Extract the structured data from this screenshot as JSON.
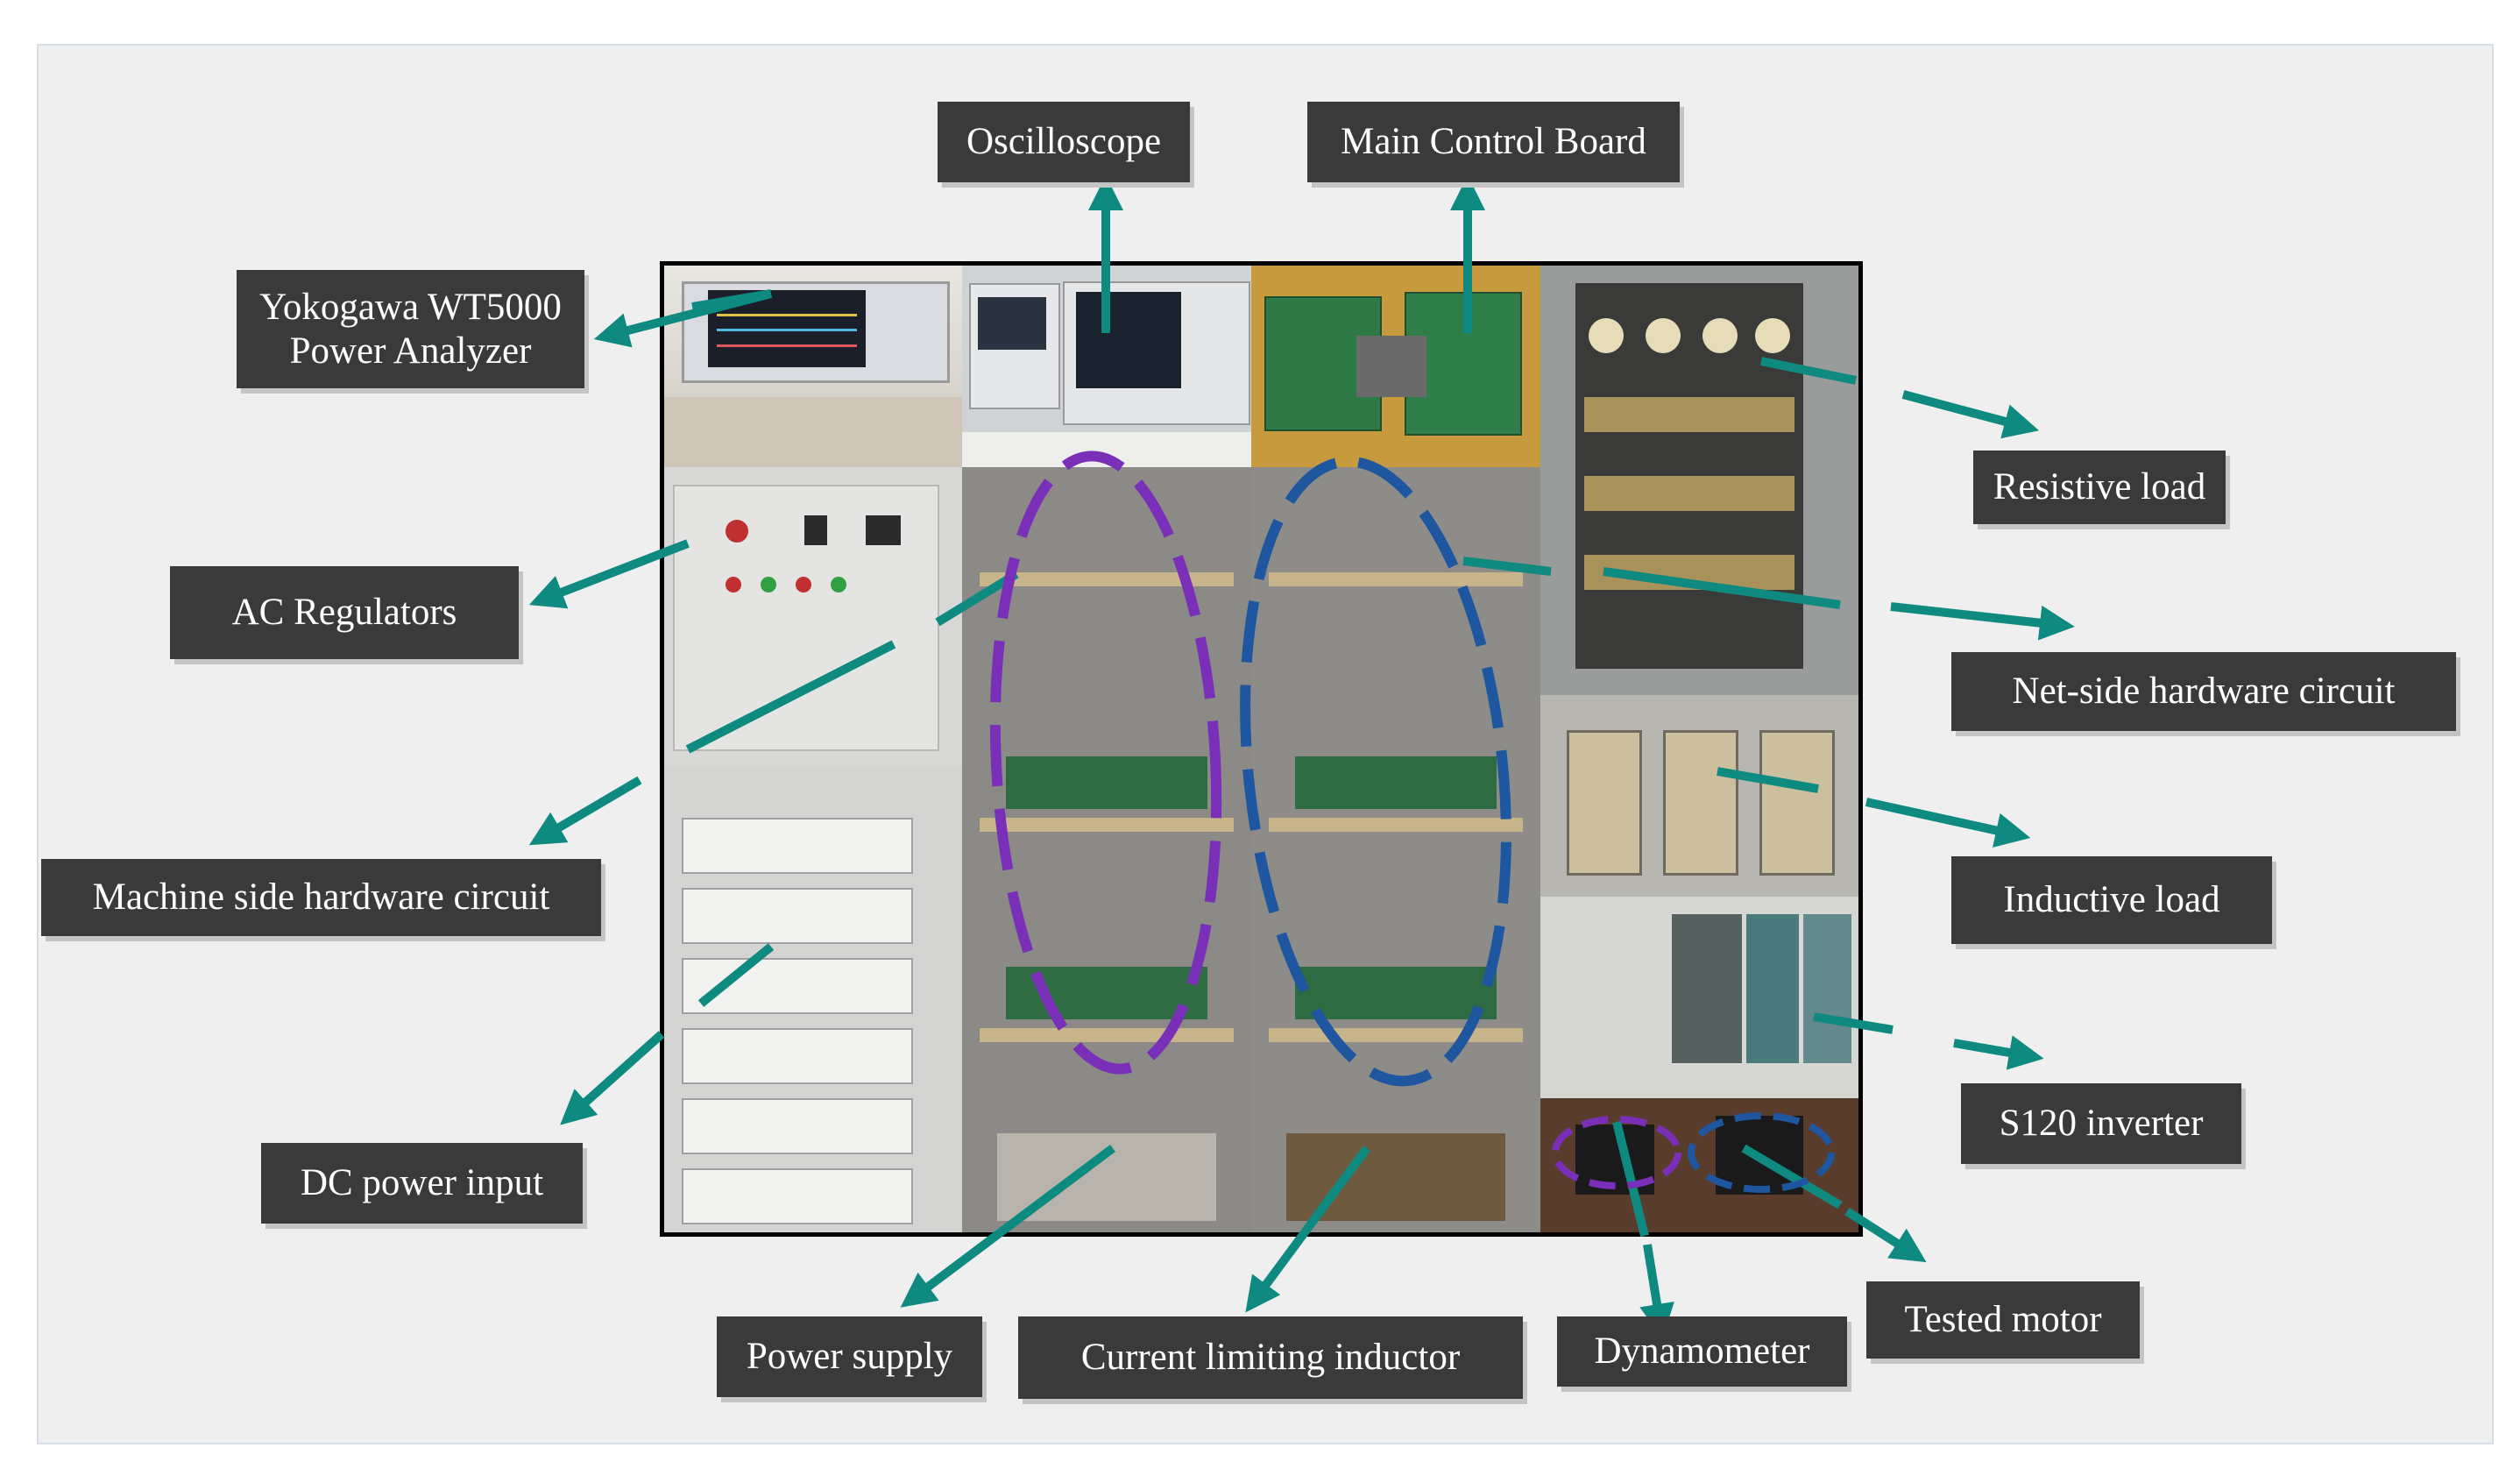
{
  "labels": {
    "oscilloscope": "Oscilloscope",
    "main_control_board": "Main Control Board",
    "power_analyzer_line1": "Yokogawa WT5000",
    "power_analyzer_line2": "Power Analyzer",
    "resistive_load": "Resistive load",
    "ac_regulators": "AC Regulators",
    "net_side_hardware_circuit": "Net-side hardware circuit",
    "machine_side_hardware_circuit": "Machine side hardware circuit",
    "inductive_load": "Inductive load",
    "s120_inverter": "S120 inverter",
    "dc_power_input": "DC power input",
    "power_supply": "Power supply",
    "current_limiting_inductor": "Current limiting inductor",
    "dynamometer": "Dynamometer",
    "tested_motor": "Tested motor"
  },
  "colors": {
    "arrow": "#0e8a80",
    "label_bg": "#3a3a3a",
    "machine_side_outline": "#7a2fb8",
    "net_side_outline": "#1f56a0"
  }
}
